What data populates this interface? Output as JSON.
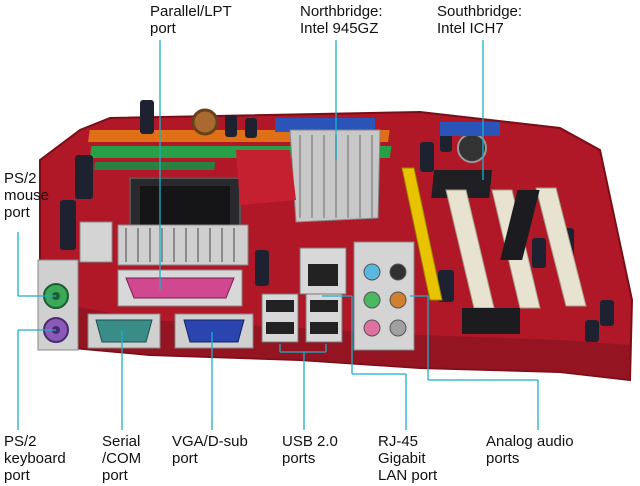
{
  "colors": {
    "leader_line": "#1ab0c8",
    "pcb": "#b01828",
    "pcb_dark": "#7a0e18",
    "heatsink": "#c8c8c8",
    "pci_slot": "#e8e2d0",
    "agp_slot": "#e8c400",
    "ram_slot": "#28a048",
    "ram_orange": "#e07018",
    "port_green": "#3ca85a",
    "port_purple": "#8a5ab8",
    "serial": "#3a8c88",
    "vga": "#2a44b0",
    "parallel": "#d04890",
    "metal": "#d8d8d8"
  },
  "labels": [
    {
      "id": "parallel",
      "text": "Parallel/LPT\nport"
    },
    {
      "id": "northbridge",
      "text": "Northbridge:\nIntel 945GZ"
    },
    {
      "id": "southbridge",
      "text": "Southbridge:\nIntel ICH7"
    },
    {
      "id": "ps2_mouse",
      "text": "PS/2\nmouse\nport"
    },
    {
      "id": "ps2_keyboard",
      "text": "PS/2\nkeyboard\nport"
    },
    {
      "id": "serial",
      "text": "Serial\n/COM\nport"
    },
    {
      "id": "vga",
      "text": "VGA/D-sub\nport"
    },
    {
      "id": "usb",
      "text": "USB 2.0\nports"
    },
    {
      "id": "lan",
      "text": "RJ-45\nGigabit\nLAN port"
    },
    {
      "id": "audio",
      "text": "Analog audio\nports"
    }
  ]
}
